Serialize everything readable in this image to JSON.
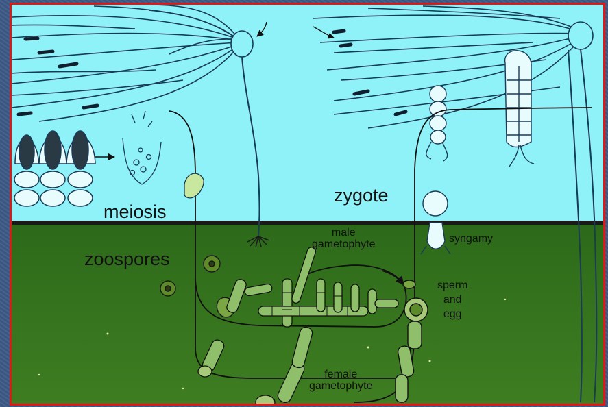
{
  "colors": {
    "slide_background": "#3d5a86",
    "frame": "#e01818",
    "sky": "#8ef2f8",
    "water": "#2f6e1c",
    "ink": "#111111"
  },
  "labels": {
    "meiosis": "meiosis",
    "zygote": "zygote",
    "zoospores": "zoospores",
    "male_gametophyte": [
      "male",
      "gametophyte"
    ],
    "syngamy": "syngamy",
    "sperm_and_egg": [
      "sperm",
      "and",
      "egg"
    ],
    "female_gametophyte": [
      "female",
      "gametophyte"
    ]
  }
}
